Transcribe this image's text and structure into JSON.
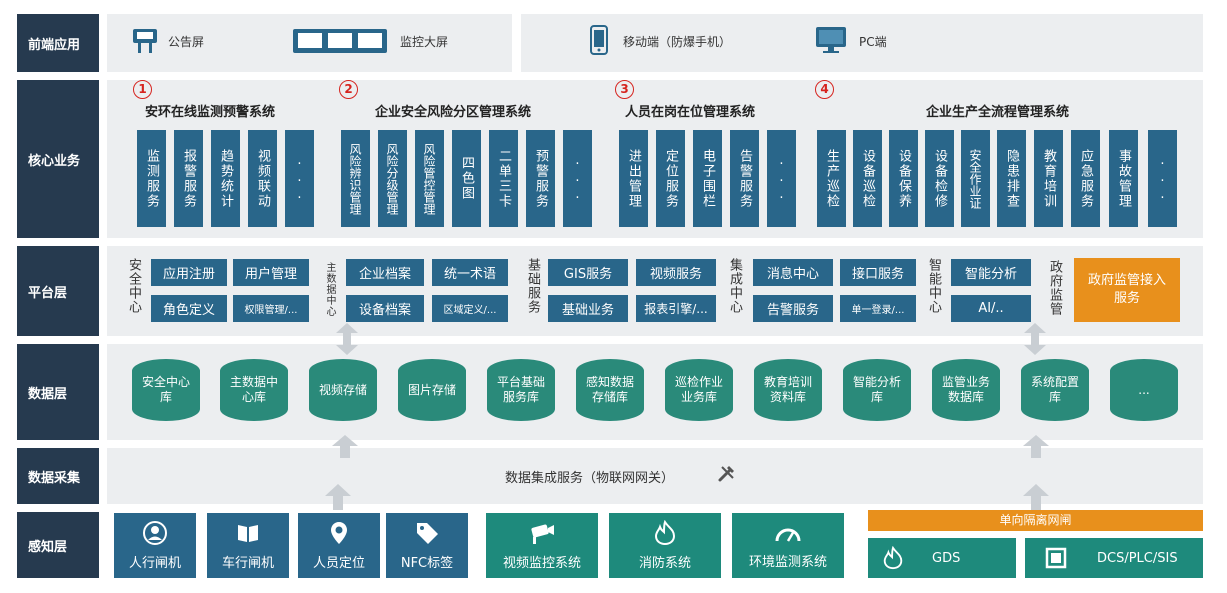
{
  "layers": [
    "前端应用",
    "核心业务",
    "平台层",
    "数据层",
    "数据采集",
    "感知层"
  ],
  "frontend": {
    "items": [
      "公告屏",
      "监控大屏",
      "移动端（防爆手机）",
      "PC端"
    ]
  },
  "core": {
    "systems": [
      {
        "num": "1",
        "title": "安环在线监测预警系统",
        "items": [
          "监测服务",
          "报警服务",
          "趋势统计",
          "视频联动",
          "..."
        ]
      },
      {
        "num": "2",
        "title": "企业安全风险分区管理系统",
        "items": [
          "风险辨识管理",
          "风险分级管理",
          "风险管控管理",
          "四色图",
          "二单三卡",
          "预警服务",
          "..."
        ]
      },
      {
        "num": "3",
        "title": "人员在岗在位管理系统",
        "items": [
          "进出管理",
          "定位服务",
          "电子围栏",
          "告警服务",
          "..."
        ]
      },
      {
        "num": "4",
        "title": "企业生产全流程管理系统",
        "items": [
          "生产巡检",
          "设备巡检",
          "设备保养",
          "设备检修",
          "安全作业证",
          "隐患排查",
          "教育培训",
          "应急服务",
          "事故管理",
          "..."
        ]
      }
    ]
  },
  "platform": {
    "groups": [
      {
        "label": "安全中心",
        "buttons": [
          "应用注册",
          "用户管理",
          "角色定义",
          "权限管理/..."
        ]
      },
      {
        "label": "主数据中心",
        "buttons": [
          "企业档案",
          "统一术语",
          "设备档案",
          "区域定义/..."
        ]
      },
      {
        "label": "基础服务",
        "buttons": [
          "GIS服务",
          "视频服务",
          "基础业务",
          "报表引擎/..."
        ]
      },
      {
        "label": "集成中心",
        "buttons": [
          "消息中心",
          "接口服务",
          "告警服务",
          "单一登录/..."
        ]
      },
      {
        "label": "智能中心",
        "buttons": [
          "智能分析",
          "AI/.."
        ]
      },
      {
        "label": "政府监管",
        "buttons": [
          "政府监管接入服务"
        ]
      }
    ],
    "accent": "#e8901c"
  },
  "data_layer": {
    "dbs": [
      "安全中心库",
      "主数据中心库",
      "视频存储",
      "图片存储",
      "平台基础服务库",
      "感知数据存储库",
      "巡检作业业务库",
      "教育培训资料库",
      "智能分析库",
      "监管业务数据库",
      "系统配置库",
      "..."
    ]
  },
  "collection": {
    "label": "数据集成服务（物联网网关）"
  },
  "sensing": {
    "items": [
      {
        "label": "人行闸机",
        "icon": "person-icon"
      },
      {
        "label": "车行闸机",
        "icon": "book-icon"
      },
      {
        "label": "人员定位",
        "icon": "location-pin-icon"
      },
      {
        "label": "NFC标签",
        "icon": "tag-icon"
      },
      {
        "label": "视频监控系统",
        "icon": "camera-icon"
      },
      {
        "label": "消防系统",
        "icon": "fire-icon"
      },
      {
        "label": "环境监测系统",
        "icon": "gauge-icon"
      }
    ],
    "gateway_label": "单向隔离网闸",
    "right_items": [
      {
        "label": "GDS",
        "icon": "fire-icon"
      },
      {
        "label": "DCS/PLC/SIS",
        "icon": "monitor-icon"
      }
    ]
  },
  "colors": {
    "dark": "#263a4f",
    "blue": "#29668a",
    "teal": "#2a8a7a",
    "orange": "#e8901c",
    "red": "#d6241f"
  }
}
